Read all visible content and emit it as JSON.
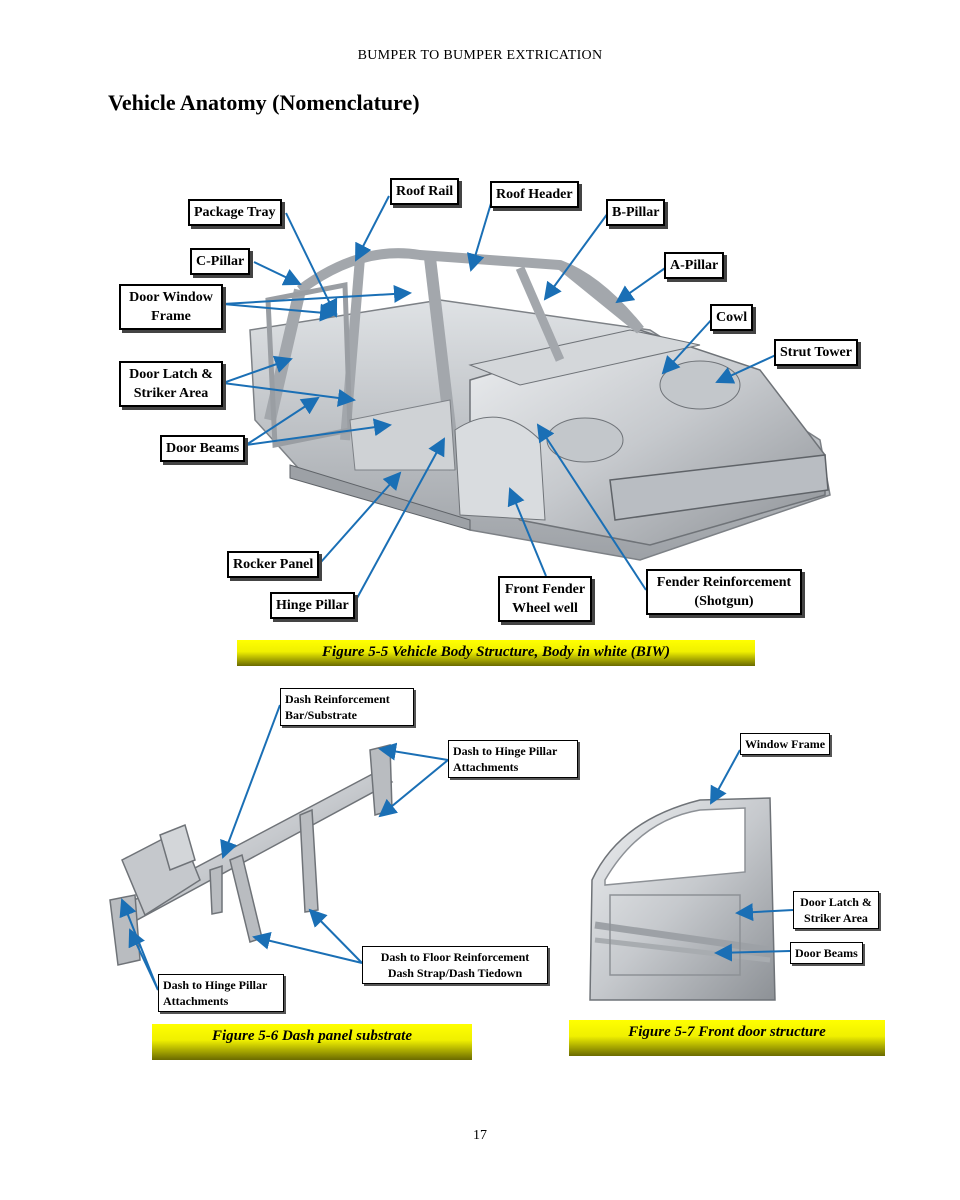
{
  "header": "BUMPER TO BUMPER EXTRICATION",
  "title": "Vehicle Anatomy (Nomenclature)",
  "figure_5_5": {
    "caption": "Figure 5-5 Vehicle Body Structure, Body in white (BIW)",
    "labels": {
      "roof_rail": "Roof Rail",
      "roof_header": "Roof Header",
      "package_tray": "Package Tray",
      "b_pillar": "B-Pillar",
      "c_pillar": "C-Pillar",
      "a_pillar": "A-Pillar",
      "door_window_frame": [
        "Door Window",
        "Frame"
      ],
      "cowl": "Cowl",
      "strut_tower": "Strut Tower",
      "door_latch": [
        "Door Latch &",
        "Striker Area"
      ],
      "door_beams": "Door Beams",
      "rocker_panel": "Rocker Panel",
      "hinge_pillar": "Hinge Pillar",
      "front_fender": [
        "Front Fender",
        "Wheel well"
      ],
      "fender_reinforcement": [
        "Fender Reinforcement",
        "(Shotgun)"
      ]
    }
  },
  "figure_5_6": {
    "caption": "Figure 5-6 Dash panel substrate",
    "labels": {
      "dash_reinforcement": [
        "Dash Reinforcement",
        "Bar/Substrate"
      ],
      "dash_hinge_right": [
        "Dash to Hinge Pillar",
        "Attachments"
      ],
      "dash_floor": [
        "Dash to Floor Reinforcement",
        "Dash Strap/Dash Tiedown"
      ],
      "dash_hinge_left": [
        "Dash to Hinge Pillar",
        "Attachments"
      ]
    }
  },
  "figure_5_7": {
    "caption": "Figure 5-7 Front door structure",
    "labels": {
      "window_frame": "Window Frame",
      "door_latch": [
        "Door Latch &",
        "Striker Area"
      ],
      "door_beams": "Door Beams"
    }
  },
  "page_number": "17",
  "colors": {
    "arrow": "#1a6fb5",
    "caption_yellow": "#ffff00",
    "metal": "#c9ccd0"
  }
}
